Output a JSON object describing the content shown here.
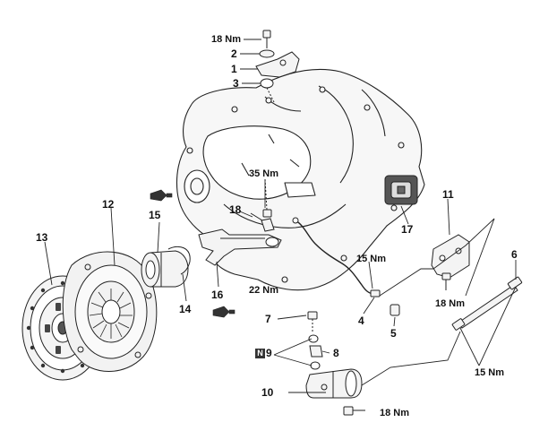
{
  "diagram": {
    "callouts": {
      "c1": "1",
      "c2": "2",
      "c3": "3",
      "c4": "4",
      "c5": "5",
      "c6": "6",
      "c7": "7",
      "c8": "8",
      "c9": "9",
      "c10": "10",
      "c11": "11",
      "c12": "12",
      "c13": "13",
      "c14": "14",
      "c15": "15",
      "c16": "16",
      "c17": "17",
      "c18": "18"
    },
    "torques": {
      "t_top": "18 Nm",
      "t_35": "35 Nm",
      "t_15_line": "15 Nm",
      "t_22": "22 Nm",
      "t_18_bracket": "18 Nm",
      "t_15_bottom": "15 Nm",
      "t_18_bottom": "18 Nm"
    },
    "badge_letter": "N",
    "colors": {
      "line": "#222222",
      "fill_light": "#f4f4f4",
      "grease_fill": "#333333"
    }
  }
}
